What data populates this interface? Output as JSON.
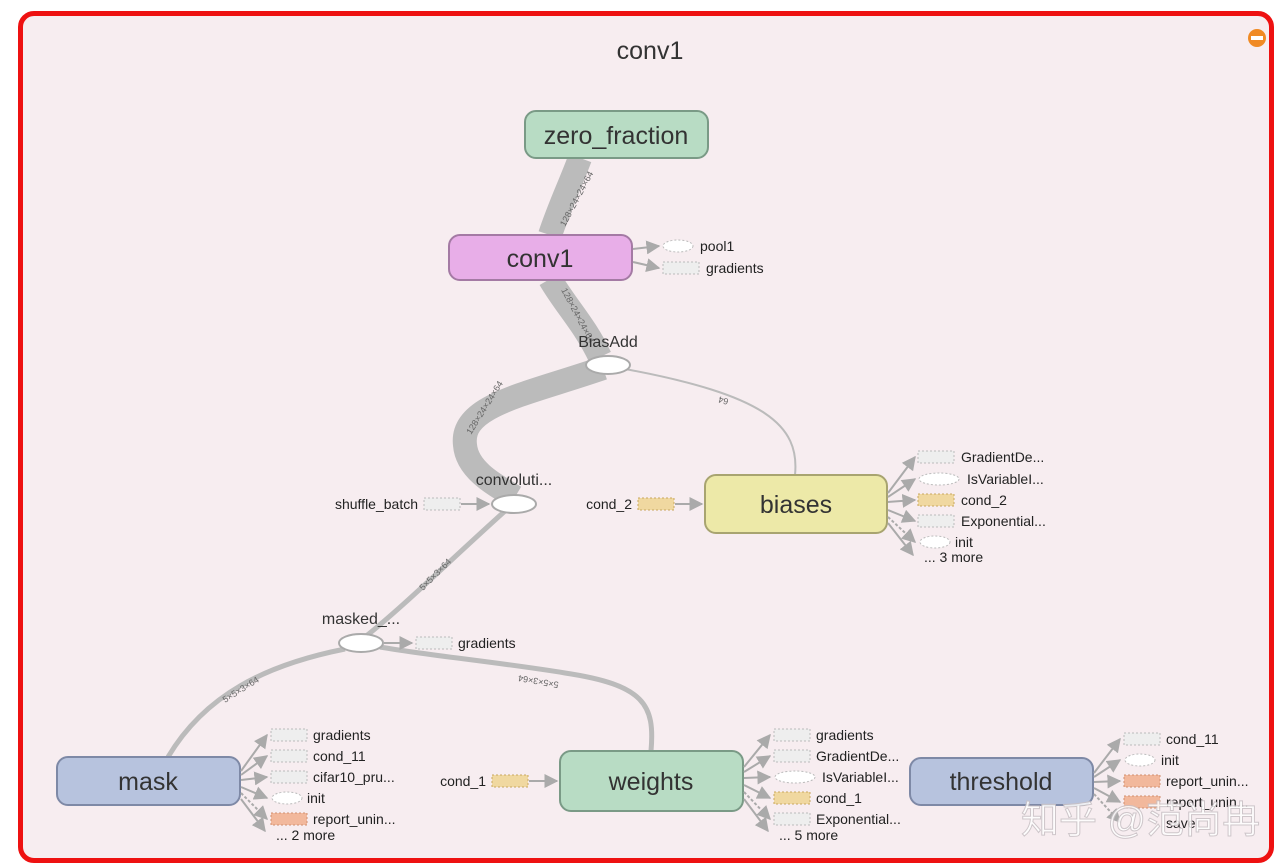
{
  "group_title": "conv1",
  "colors": {
    "frame_border": "#ee1111",
    "background": "#f7edf0",
    "zero_fraction": "#b8dcc4",
    "conv1": "#e8aee8",
    "biases": "#ede9a8",
    "weights": "#b8dcc4",
    "mask": "#b7c3de",
    "threshold": "#b7c3de",
    "cond_fill": "#f0d8a0",
    "report_fill": "#f2b89c",
    "edge": "#bbbbbb"
  },
  "nodes": {
    "zero_fraction": "zero_fraction",
    "conv1": "conv1",
    "biasadd": "BiasAdd",
    "convolution": "convoluti...",
    "masked": "masked_...",
    "biases": "biases",
    "mask": "mask",
    "weights": "weights",
    "threshold": "threshold"
  },
  "edge_labels": {
    "zf_conv1": "128×24×24×64",
    "conv1_biasadd": "128×24×24×64",
    "conv_biasadd": "128×24×24×64",
    "biases_biasadd": "64",
    "masked_conv": "5×5×3×64",
    "mask_masked": "5×5×3×64",
    "weights_masked": "5×5×3×64"
  },
  "aux": {
    "conv1_out": [
      "pool1",
      "gradients"
    ],
    "shuffle_batch": "shuffle_batch",
    "cond_2": "cond_2",
    "masked_out": "gradients",
    "cond_1": "cond_1",
    "biases_out": [
      "GradientDe...",
      "IsVariableI...",
      "cond_2",
      "Exponential...",
      "init"
    ],
    "biases_more": "... 3 more",
    "mask_out": [
      "gradients",
      "cond_11",
      "cifar10_pru...",
      "init",
      "report_unin..."
    ],
    "mask_more": "... 2 more",
    "weights_out": [
      "gradients",
      "GradientDe...",
      "IsVariableI...",
      "cond_1",
      "Exponential..."
    ],
    "weights_more": "... 5 more",
    "threshold_out": [
      "cond_11",
      "init",
      "report_unin...",
      "report_unin...",
      "save"
    ]
  },
  "watermark": "知乎 @范尚冉",
  "collapse_icon": "minus-circle-icon"
}
